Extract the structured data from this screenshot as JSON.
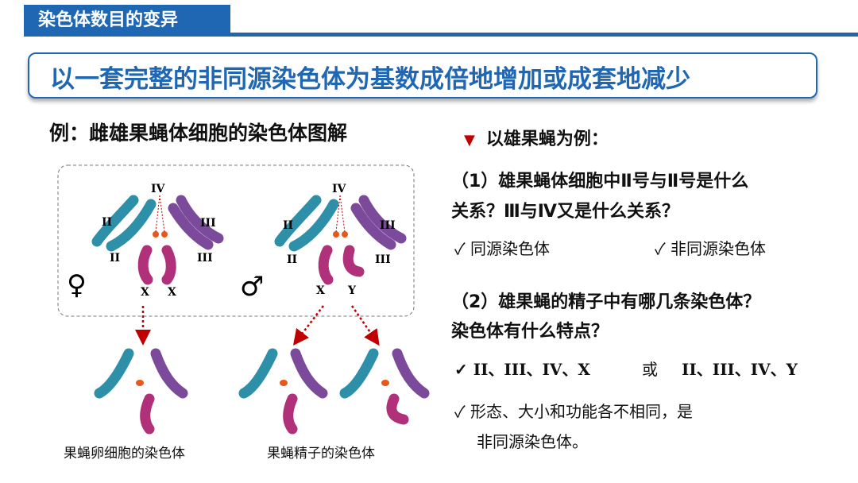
{
  "header": {
    "section_title": "染色体数目的变异"
  },
  "banner": {
    "text": "以一套完整的非同源染色体为基数成倍地增加或成套地减少"
  },
  "left": {
    "subtitle": "例：雌雄果蝇体细胞的染色体图解",
    "female": {
      "symbol": "♀",
      "II": "II",
      "III": "III",
      "IV": "IV",
      "x1": "X",
      "x2": "X"
    },
    "male": {
      "symbol": "♂",
      "II": "II",
      "III": "III",
      "IV": "IV",
      "x": "X",
      "y": "Y"
    },
    "caption_egg": "果蝇卵细胞的染色体",
    "caption_sperm": "果蝇精子的染色体"
  },
  "right": {
    "heading": "以雄果蝇为例：",
    "q1_line1": "（1）雄果蝇体细胞中Ⅱ号与Ⅱ号是什么",
    "q1_line2": "关系？Ⅲ与Ⅳ又是什么关系？",
    "a1_left": "✓ 同源染色体",
    "a1_right": "✓ 非同源染色体",
    "q2_line1": "（2）雄果蝇的精子中有哪几条染色体？",
    "q2_line2": "染色体有什么特点？",
    "a2_part1": "✓ II、III、IV、X",
    "a2_or": "或",
    "a2_part2": "II、III、IV、Y",
    "a3_line1": "✓ 形态、大小和功能各不相同，是",
    "a3_line2": "非同源染色体。"
  },
  "colors": {
    "accent": "#1f67b3",
    "teal": "#2e8fa8",
    "purple": "#7c4a9b",
    "magenta": "#b0307a",
    "orange": "#e8581b",
    "arrow": "#c00000"
  }
}
